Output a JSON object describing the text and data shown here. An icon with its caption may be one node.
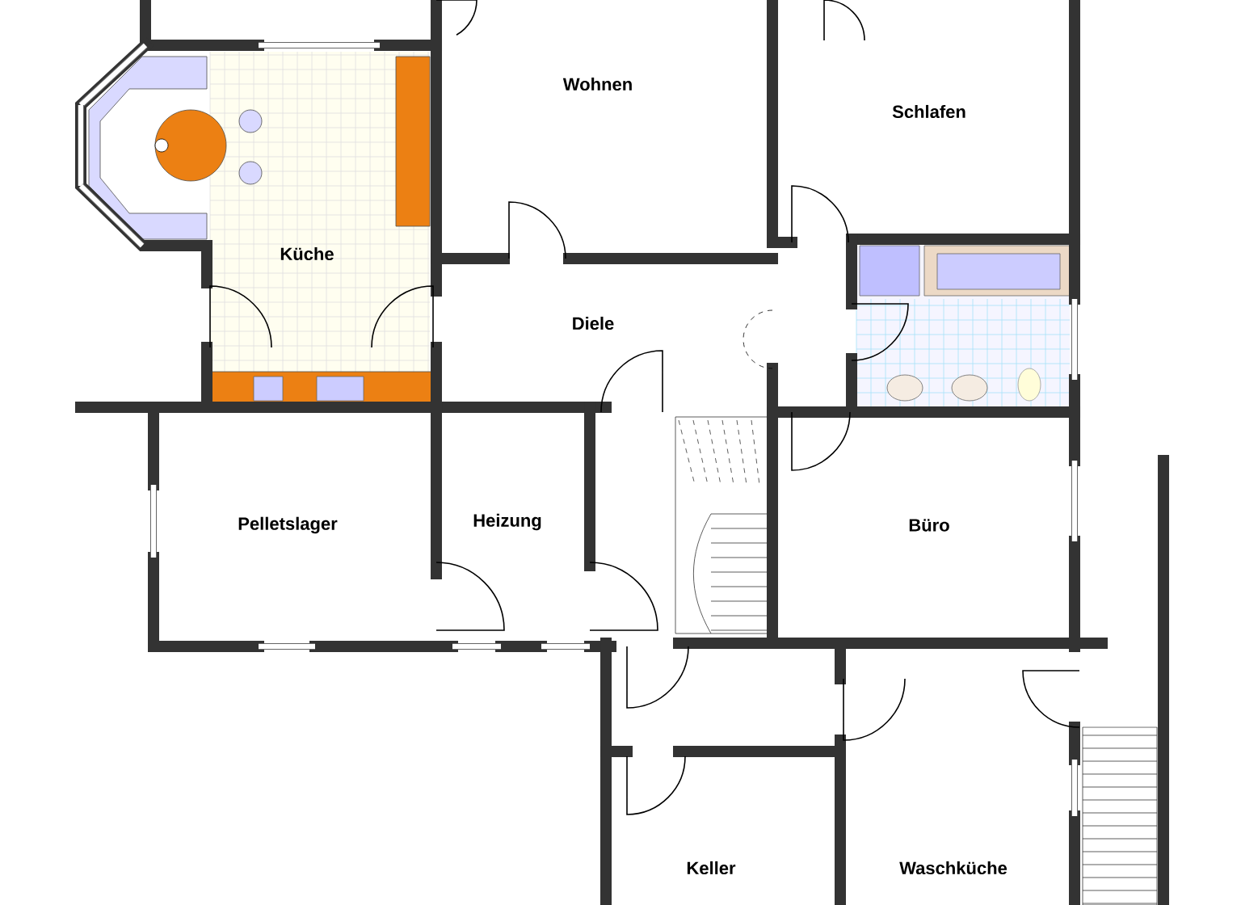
{
  "diagram": {
    "labels": [
      "Wohnen",
      "Schlafen",
      "Küche",
      "Diele",
      "Pelletslager",
      "Heizung",
      "Büro",
      "Keller",
      "Waschküche"
    ]
  }
}
